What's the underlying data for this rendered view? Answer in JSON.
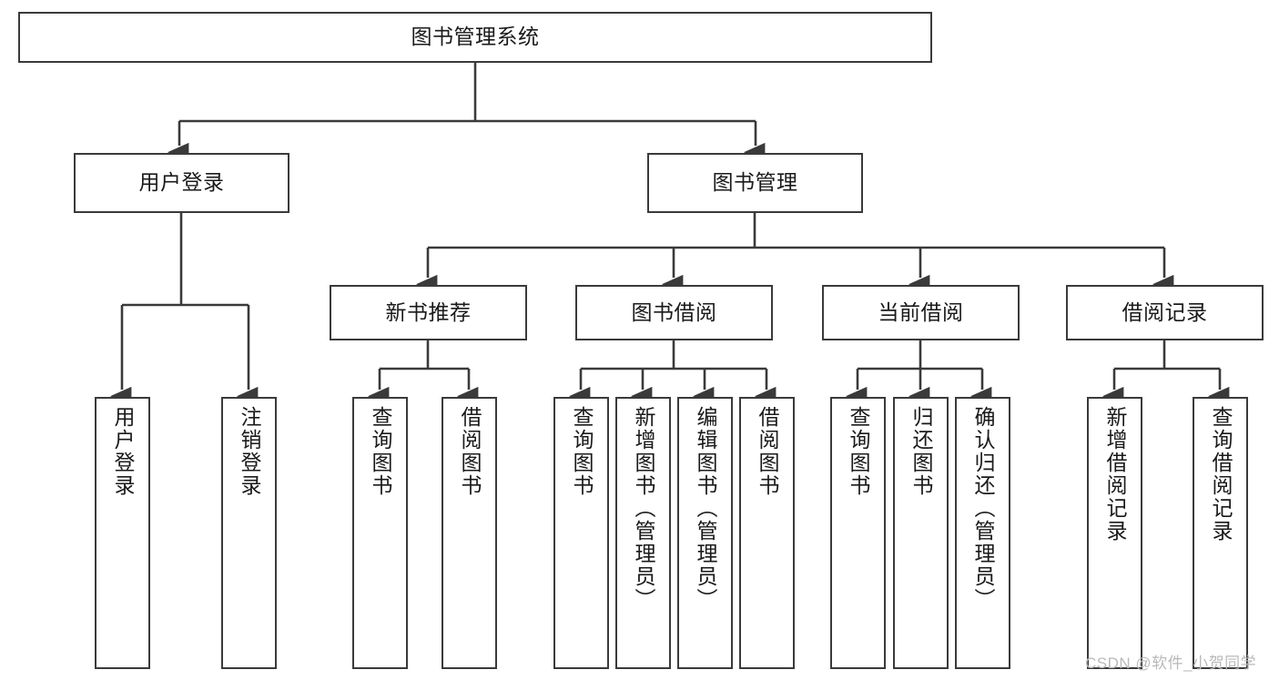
{
  "diagram": {
    "title": "图书管理系统",
    "type": "tree-hierarchy",
    "colors": {
      "border": "#3a3a3a",
      "background": "#ffffff",
      "text": "#1a1a1a",
      "watermark": "#b9b9b9"
    },
    "root": {
      "label": "图书管理系统"
    },
    "level2": [
      {
        "label": "用户登录"
      },
      {
        "label": "图书管理"
      }
    ],
    "level3": [
      {
        "label": "新书推荐"
      },
      {
        "label": "图书借阅"
      },
      {
        "label": "当前借阅"
      },
      {
        "label": "借阅记录"
      }
    ],
    "leaves": {
      "user_login": [
        {
          "label": "用户登录"
        },
        {
          "label": "注销登录"
        }
      ],
      "new_book": [
        {
          "label": "查询图书"
        },
        {
          "label": "借阅图书"
        }
      ],
      "book_borrow": [
        {
          "label": "查询图书"
        },
        {
          "label": "新增图书（管理员）"
        },
        {
          "label": "编辑图书（管理员）"
        },
        {
          "label": "借阅图书"
        }
      ],
      "current_borrow": [
        {
          "label": "查询图书"
        },
        {
          "label": "归还图书"
        },
        {
          "label": "确认归还（管理员）"
        }
      ],
      "borrow_record": [
        {
          "label": "新增借阅记录"
        },
        {
          "label": "查询借阅记录"
        }
      ]
    }
  },
  "watermark": {
    "text": "CSDN @软件_小贺同学"
  }
}
